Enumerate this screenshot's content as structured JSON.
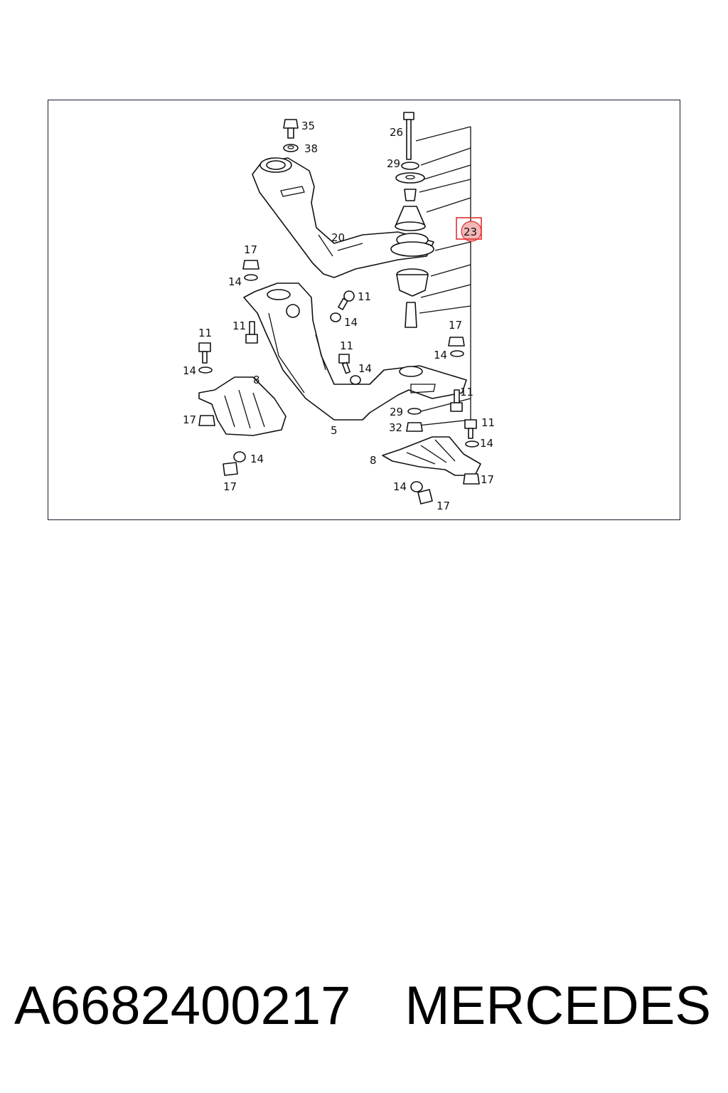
{
  "diagram": {
    "callouts": {
      "c35": "35",
      "c38": "38",
      "c26": "26",
      "c29a": "29",
      "c20": "20",
      "c23": "23",
      "c17a": "17",
      "c14a": "14",
      "c11a": "11",
      "c14b": "14",
      "c11b": "11",
      "c11c": "11",
      "c14c": "14",
      "c11d": "11",
      "c14d": "14",
      "c8a": "8",
      "c17b": "17",
      "c14e": "14",
      "c17c": "17",
      "c5": "5",
      "c17d": "17",
      "c14f": "14",
      "c11e": "11",
      "c29b": "29",
      "c32": "32",
      "c11f": "11",
      "c14g": "14",
      "c8b": "8",
      "c17e": "17",
      "c14h": "14",
      "c17f": "17"
    },
    "highlighted_callout": "23",
    "highlight_color": "#e03030"
  },
  "caption": {
    "part_number": "A6682400217",
    "brand": "MERCEDES"
  }
}
